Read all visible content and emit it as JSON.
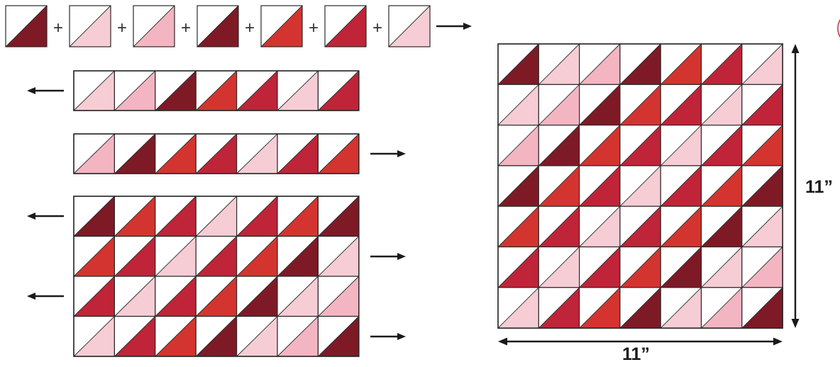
{
  "colors": {
    "W": "#ffffff",
    "L": "#f7cdd5",
    "P": "#f4b5c2",
    "D": "#7e1a26",
    "R": "#d4342f",
    "C": "#bf2438",
    "outline": "#2a2a2a",
    "arrow": "#1a1a1a",
    "badge": "#c9364a"
  },
  "step1_units": [
    "D",
    "L",
    "P",
    "D",
    "R",
    "C",
    "L"
  ],
  "row_a_units": [
    "L",
    "P",
    "D",
    "R",
    "C",
    "L",
    "C"
  ],
  "row_b_units": [
    "P",
    "D",
    "R",
    "C",
    "L",
    "C",
    "R"
  ],
  "joined_rows": [
    [
      "D",
      "R",
      "C",
      "L",
      "C",
      "R",
      "D"
    ],
    [
      "R",
      "C",
      "L",
      "C",
      "R",
      "D",
      "L"
    ],
    [
      "C",
      "L",
      "C",
      "R",
      "D",
      "L",
      "P"
    ],
    [
      "L",
      "C",
      "R",
      "D",
      "L",
      "P",
      "D"
    ]
  ],
  "block_rows": [
    [
      "D",
      "L",
      "P",
      "D",
      "R",
      "C",
      "L"
    ],
    [
      "L",
      "P",
      "D",
      "R",
      "C",
      "L",
      "C"
    ],
    [
      "P",
      "D",
      "R",
      "C",
      "L",
      "C",
      "R"
    ],
    [
      "D",
      "R",
      "C",
      "L",
      "C",
      "R",
      "D"
    ],
    [
      "R",
      "C",
      "L",
      "C",
      "R",
      "D",
      "L"
    ],
    [
      "C",
      "L",
      "C",
      "R",
      "D",
      "L",
      "P"
    ],
    [
      "L",
      "C",
      "R",
      "D",
      "L",
      "P",
      "D"
    ]
  ],
  "join_symbol": "+",
  "press_directions": {
    "row_a": "left",
    "row_b": "right",
    "joined": [
      "left",
      "right",
      "left",
      "right"
    ]
  },
  "dimensions": {
    "height_label": "11”",
    "width_label": "11”"
  }
}
